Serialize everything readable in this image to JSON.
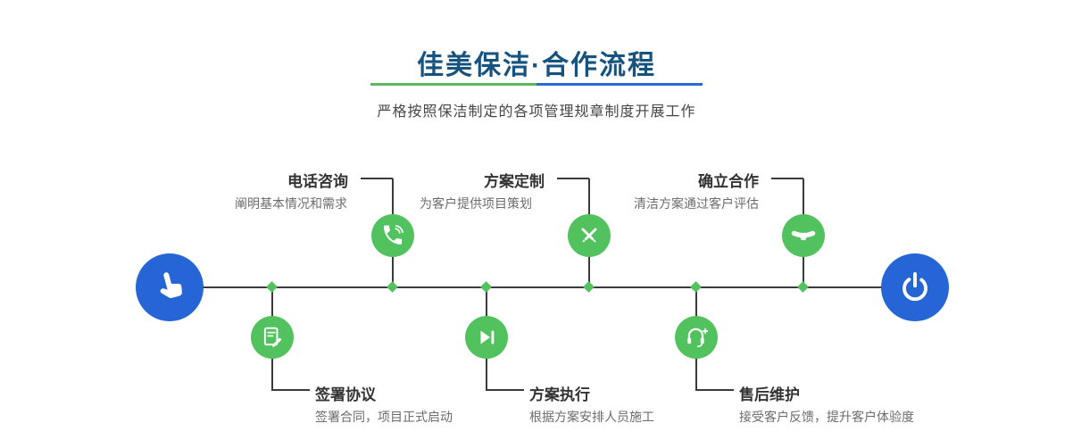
{
  "page": {
    "title": "佳美保洁·合作流程",
    "subtitle": "严格按照保洁制定的各项管理规章制度开展工作"
  },
  "timeline": {
    "start_icon": "pointer-hand-icon",
    "end_icon": "power-icon",
    "steps_top": [
      {
        "label": "电话咨询",
        "desc": "阐明基本情况和需求",
        "icon": "phone-icon"
      },
      {
        "label": "方案定制",
        "desc": "为客户提供项目策划",
        "icon": "design-tools-icon"
      },
      {
        "label": "确立合作",
        "desc": "清洁方案通过客户评估",
        "icon": "handshake-icon"
      }
    ],
    "steps_bottom": [
      {
        "label": "签署协议",
        "desc": "签署合同，项目正式启动",
        "icon": "contract-icon"
      },
      {
        "label": "方案执行",
        "desc": "根据方案安排人员施工",
        "icon": "play-icon"
      },
      {
        "label": "售后维护",
        "desc": "接受客户反馈，提升客户体验度",
        "icon": "headset-icon"
      }
    ]
  },
  "colors": {
    "title_blue": "#17537f",
    "accent_green": "#52c25f",
    "accent_blue": "#2565d6",
    "divider_green": "#5cb85c",
    "divider_blue": "#2a6ad4",
    "line_dark": "#3b3b3b"
  }
}
